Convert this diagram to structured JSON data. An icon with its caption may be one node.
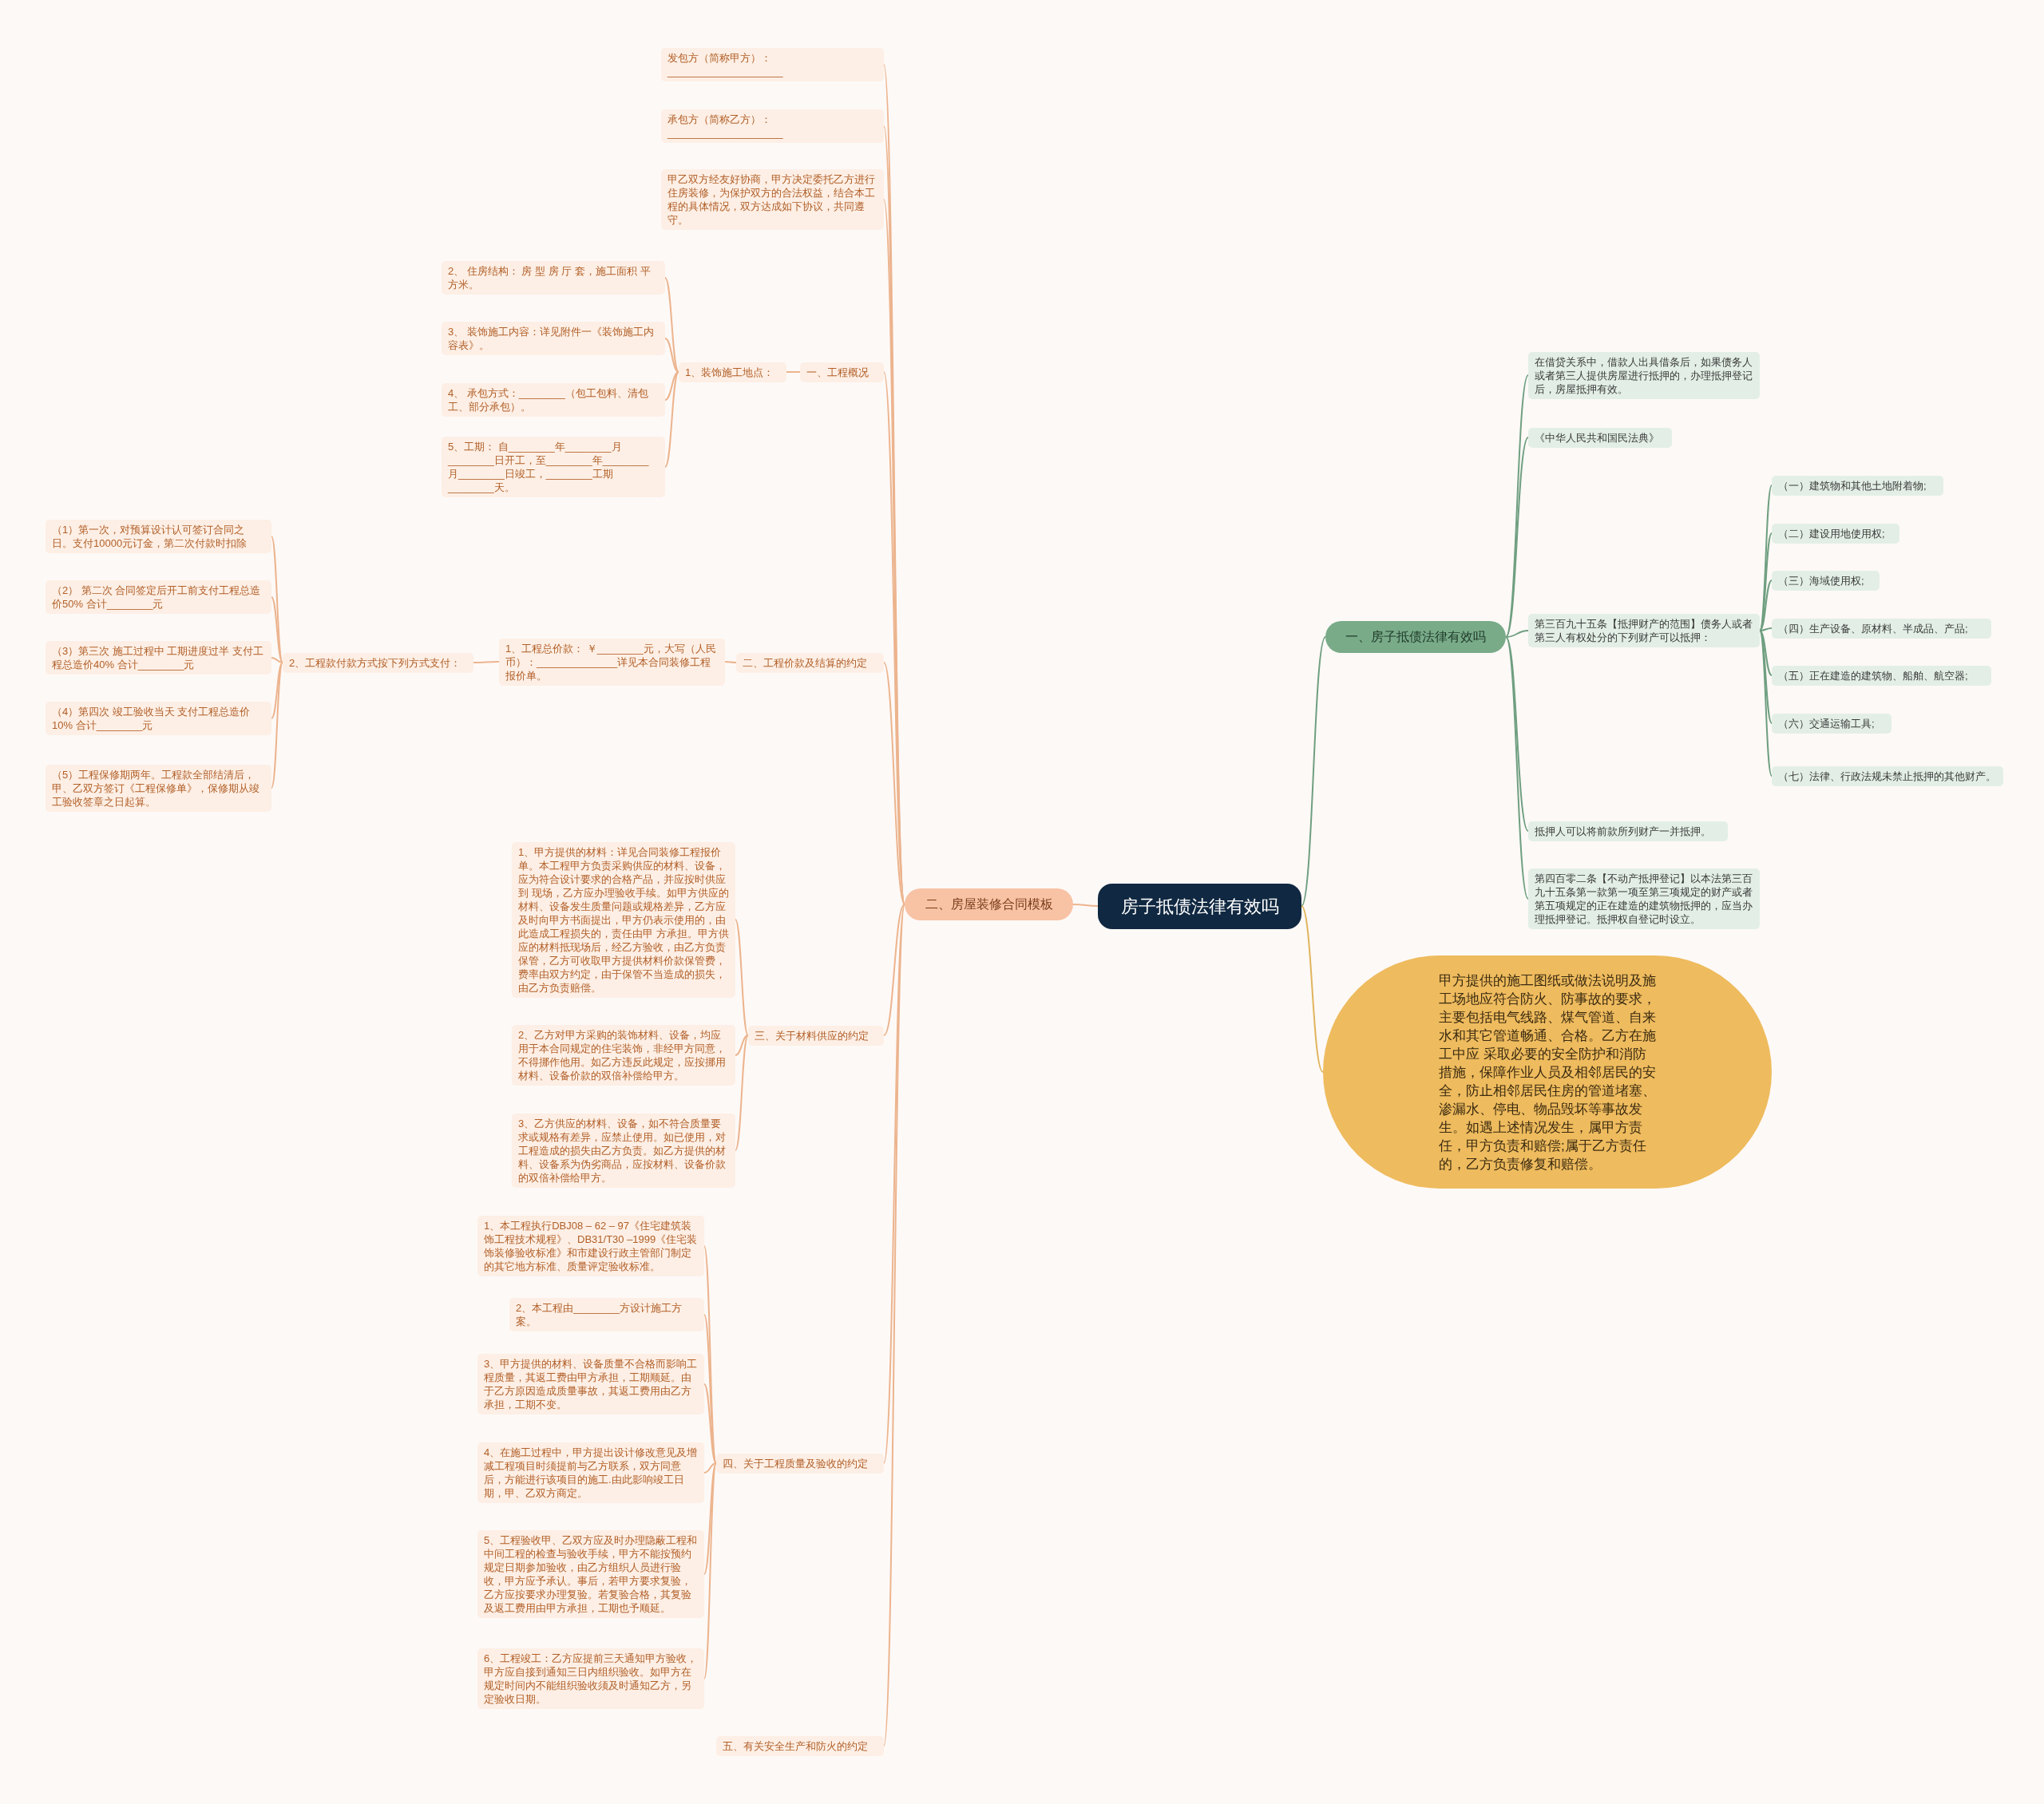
{
  "diagram": {
    "nodes": [
      {
        "text": [
          "房子抵债法律有效吗"
        ]
      },
      {
        "text": [
          "一、房子抵债法律有效吗"
        ]
      },
      {
        "text": [
          "在借贷关系中，借款人出具借条后，如果债务人或者第三人提供房屋进行抵押的，办理抵押登记后，房屋抵押有效。"
        ]
      },
      {
        "text": [
          "《中华人民共和国民法典》"
        ]
      },
      {
        "text": [
          "第三百九十五条【抵押财产的范围】债务人或者第三人有权处分的下列财产可以抵押："
        ]
      },
      {
        "text": [
          "（一）建筑物和其他土地附着物;"
        ]
      },
      {
        "text": [
          "（二）建设用地使用权;"
        ]
      },
      {
        "text": [
          "（三）海域使用权;"
        ]
      },
      {
        "text": [
          "（四）生产设备、原材料、半成品、产品;"
        ]
      },
      {
        "text": [
          "（五）正在建造的建筑物、船舶、航空器;"
        ]
      },
      {
        "text": [
          "（六）交通运输工具;"
        ]
      },
      {
        "text": [
          "（七）法律、行政法规未禁止抵押的其他财产。"
        ]
      },
      {
        "text": [
          "抵押人可以将前款所列财产一并抵押。"
        ]
      },
      {
        "text": [
          "第四百零二条【不动产抵押登记】以本法第三百九十五条第一款第一项至第三项规定的财产或者第五项规定的正在建造的建筑物抵押的，应当办理抵押登记。抵押权自登记时设立。"
        ]
      },
      {
        "text": [
          "甲方提供的施工图纸或做法说明及施工场地应符合防火、防事故的要求，主要包括电气线路、煤气管道、自来水和其它管道畅通、合格。乙方在施工中应 采取必要的安全防护和消防措施，保障作业人员及相邻居民的安全，防止相邻居民住房的管道堵塞、渗漏水、停电、物品毁坏等事故发生。如遇上述情况发生，属甲方责任，甲方负责和赔偿;属于乙方责任的，乙方负责修复和赔偿。"
        ]
      },
      {
        "text": [
          "二、房屋装修合同模板"
        ]
      },
      {
        "text": [
          "发包方（简称甲方）：____________________"
        ]
      },
      {
        "text": [
          "承包方（简称乙方）：____________________"
        ]
      },
      {
        "text": [
          "甲乙双方经友好协商，甲方决定委托乙方进行住房装修，为保护双方的合法权益，结合本工程的具体情况，双方达成如下协议，共同遵守。"
        ]
      },
      {
        "text": [
          "一、工程概况"
        ]
      },
      {
        "text": [
          "1、装饰施工地点："
        ]
      },
      {
        "text": [
          "2、 住房结构： 房 型 房 厅 套，施工面积 平方米。"
        ]
      },
      {
        "text": [
          "3、 装饰施工内容：详见附件一《装饰施工内容表》。"
        ]
      },
      {
        "text": [
          "4、 承包方式：________（包工包料、清包工、部分承包）。"
        ]
      },
      {
        "text": [
          "5、工期： 自________年________月________日开工，至________年________月________日竣工，________工期________天。"
        ]
      },
      {
        "text": [
          "二、工程价款及结算的约定"
        ]
      },
      {
        "text": [
          "1、工程总价款： ￥________元，大写（人民币）：______________详见本合同装修工程报价单。"
        ]
      },
      {
        "text": [
          "2、工程款付款方式按下列方式支付："
        ]
      },
      {
        "text": [
          "（1）第一次，对预算设计认可签订合同之日。支付10000元订金，第二次付款时扣除"
        ]
      },
      {
        "text": [
          "（2） 第二次 合同签定后开工前支付工程总造价50% 合计________元"
        ]
      },
      {
        "text": [
          "（3）第三次 施工过程中 工期进度过半 支付工程总造价40% 合计________元"
        ]
      },
      {
        "text": [
          "（4）第四次 竣工验收当天 支付工程总造价10% 合计________元"
        ]
      },
      {
        "text": [
          "（5）工程保修期两年。工程款全部结清后，甲、乙双方签订《工程保修单》，保修期从竣工验收签章之日起算。"
        ]
      },
      {
        "text": [
          "三、关于材料供应的约定"
        ]
      },
      {
        "text": [
          "1、甲方提供的材料：详见合同装修工程报价单。本工程甲方负责采购供应的材料、设备，应为符合设计要求的合格产品，并应按时供应到 现场，乙方应办理验收手续。如甲方供应的材料、设备发生质量问题或规格差异，乙方应及时向甲方书面提出，甲方仍表示使用的，由此造成工程损失的，责任由甲 方承担。甲方供应的材料抵现场后，经乙方验收，由乙方负责保管，乙方可收取甲方提供材料价款保管费，费率由双方约定，由于保管不当造成的损失，由乙方负责赔偿。"
        ]
      },
      {
        "text": [
          "2、乙方对甲方采购的装饰材料、设备，均应用于本合同规定的住宅装饰，非经甲方同意，不得挪作他用。如乙方违反此规定，应按挪用材料、设备价款的双倍补偿给甲方。"
        ]
      },
      {
        "text": [
          "3、乙方供应的材料、设备，如不符合质量要求或规格有差异，应禁止使用。如已使用，对工程造成的损失由乙方负责。如乙方提供的材料、设备系为伪劣商品，应按材料、设备价款的双倍补偿给甲方。"
        ]
      },
      {
        "text": [
          "四、关于工程质量及验收的约定"
        ]
      },
      {
        "text": [
          "1、本工程执行DBJ08 – 62 – 97《住宅建筑装饰工程技术规程》、DB31/T30 –1999《住宅装饰装修验收标准》和市建设行政主管部门制定的其它地方标准、质量评定验收标准。"
        ]
      },
      {
        "text": [
          "2、本工程由________方设计施工方案。"
        ]
      },
      {
        "text": [
          "3、甲方提供的材料、设备质量不合格而影响工程质量，其返工费由甲方承担，工期顺延。由于乙方原因造成质量事故，其返工费用由乙方承担，工期不变。"
        ]
      },
      {
        "text": [
          "4、在施工过程中，甲方提出设计修改意见及增减工程项目时须提前与乙方联系，双方同意后，方能进行该项目的施工.由此影响竣工日期，甲、乙双方商定。"
        ]
      },
      {
        "text": [
          "5、工程验收甲、乙双方应及时办理隐蔽工程和中间工程的检查与验收手续，甲方不能按预约规定日期参加验收，由乙方组织人员进行验收，甲方应予承认。事后，若甲方要求复验，乙方应按要求办理复验。若复验合格，其复验及返工费用由甲方承担，工期也予顺延。"
        ]
      },
      {
        "text": [
          "6、工程竣工：乙方应提前三天通知甲方验收，甲方应自接到通知三日内组织验收。如甲方在规定时间内不能组织验收须及时通知乙方，另定验收日期。"
        ]
      },
      {
        "text": [
          "五、有关安全生产和防火的约定"
        ]
      }
    ],
    "edges": [
      {
        "from": 0,
        "to": 1,
        "arrow": "none",
        "color": "#6f9f80"
      },
      {
        "from": 0,
        "to": 14,
        "arrow": "none",
        "color": "#e0b45c"
      },
      {
        "from": 0,
        "to": 15,
        "arrow": "none"
      },
      {
        "from": 1,
        "to": 2,
        "arrow": "none",
        "color": "#6f9f80"
      },
      {
        "from": 1,
        "to": 3,
        "arrow": "none",
        "color": "#6f9f80"
      },
      {
        "from": 1,
        "to": 4,
        "arrow": "none",
        "color": "#6f9f80"
      },
      {
        "from": 1,
        "to": 12,
        "arrow": "none",
        "color": "#6f9f80"
      },
      {
        "from": 1,
        "to": 13,
        "arrow": "none",
        "color": "#6f9f80"
      },
      {
        "from": 4,
        "to": 5,
        "arrow": "none",
        "color": "#6f9f80"
      },
      {
        "from": 4,
        "to": 6,
        "arrow": "none",
        "color": "#6f9f80"
      },
      {
        "from": 4,
        "to": 7,
        "arrow": "none",
        "color": "#6f9f80"
      },
      {
        "from": 4,
        "to": 8,
        "arrow": "none",
        "color": "#6f9f80"
      },
      {
        "from": 4,
        "to": 9,
        "arrow": "none",
        "color": "#6f9f80"
      },
      {
        "from": 4,
        "to": 10,
        "arrow": "none",
        "color": "#6f9f80"
      },
      {
        "from": 4,
        "to": 11,
        "arrow": "none",
        "color": "#6f9f80"
      },
      {
        "from": 15,
        "to": 16,
        "arrow": "none"
      },
      {
        "from": 15,
        "to": 17,
        "arrow": "none"
      },
      {
        "from": 15,
        "to": 18,
        "arrow": "none"
      },
      {
        "from": 15,
        "to": 19,
        "arrow": "none"
      },
      {
        "from": 15,
        "to": 25,
        "arrow": "none"
      },
      {
        "from": 15,
        "to": 33,
        "arrow": "none"
      },
      {
        "from": 15,
        "to": 37,
        "arrow": "none"
      },
      {
        "from": 15,
        "to": 44,
        "arrow": "none"
      },
      {
        "from": 19,
        "to": 20,
        "arrow": "none"
      },
      {
        "from": 20,
        "to": 21,
        "arrow": "none"
      },
      {
        "from": 20,
        "to": 22,
        "arrow": "none"
      },
      {
        "from": 20,
        "to": 23,
        "arrow": "none"
      },
      {
        "from": 20,
        "to": 24,
        "arrow": "none"
      },
      {
        "from": 25,
        "to": 26,
        "arrow": "none"
      },
      {
        "from": 26,
        "to": 27,
        "arrow": "none"
      },
      {
        "from": 27,
        "to": 28,
        "arrow": "none"
      },
      {
        "from": 27,
        "to": 29,
        "arrow": "none"
      },
      {
        "from": 27,
        "to": 30,
        "arrow": "none"
      },
      {
        "from": 27,
        "to": 31,
        "arrow": "none"
      },
      {
        "from": 27,
        "to": 32,
        "arrow": "none"
      },
      {
        "from": 33,
        "to": 34,
        "arrow": "none"
      },
      {
        "from": 33,
        "to": 35,
        "arrow": "none"
      },
      {
        "from": 33,
        "to": 36,
        "arrow": "none"
      },
      {
        "from": 37,
        "to": 38,
        "arrow": "none"
      },
      {
        "from": 37,
        "to": 39,
        "arrow": "none"
      },
      {
        "from": 37,
        "to": 40,
        "arrow": "none"
      },
      {
        "from": 37,
        "to": 41,
        "arrow": "none"
      },
      {
        "from": 37,
        "to": 42,
        "arrow": "none"
      },
      {
        "from": 37,
        "to": 43,
        "arrow": "none"
      }
    ]
  }
}
